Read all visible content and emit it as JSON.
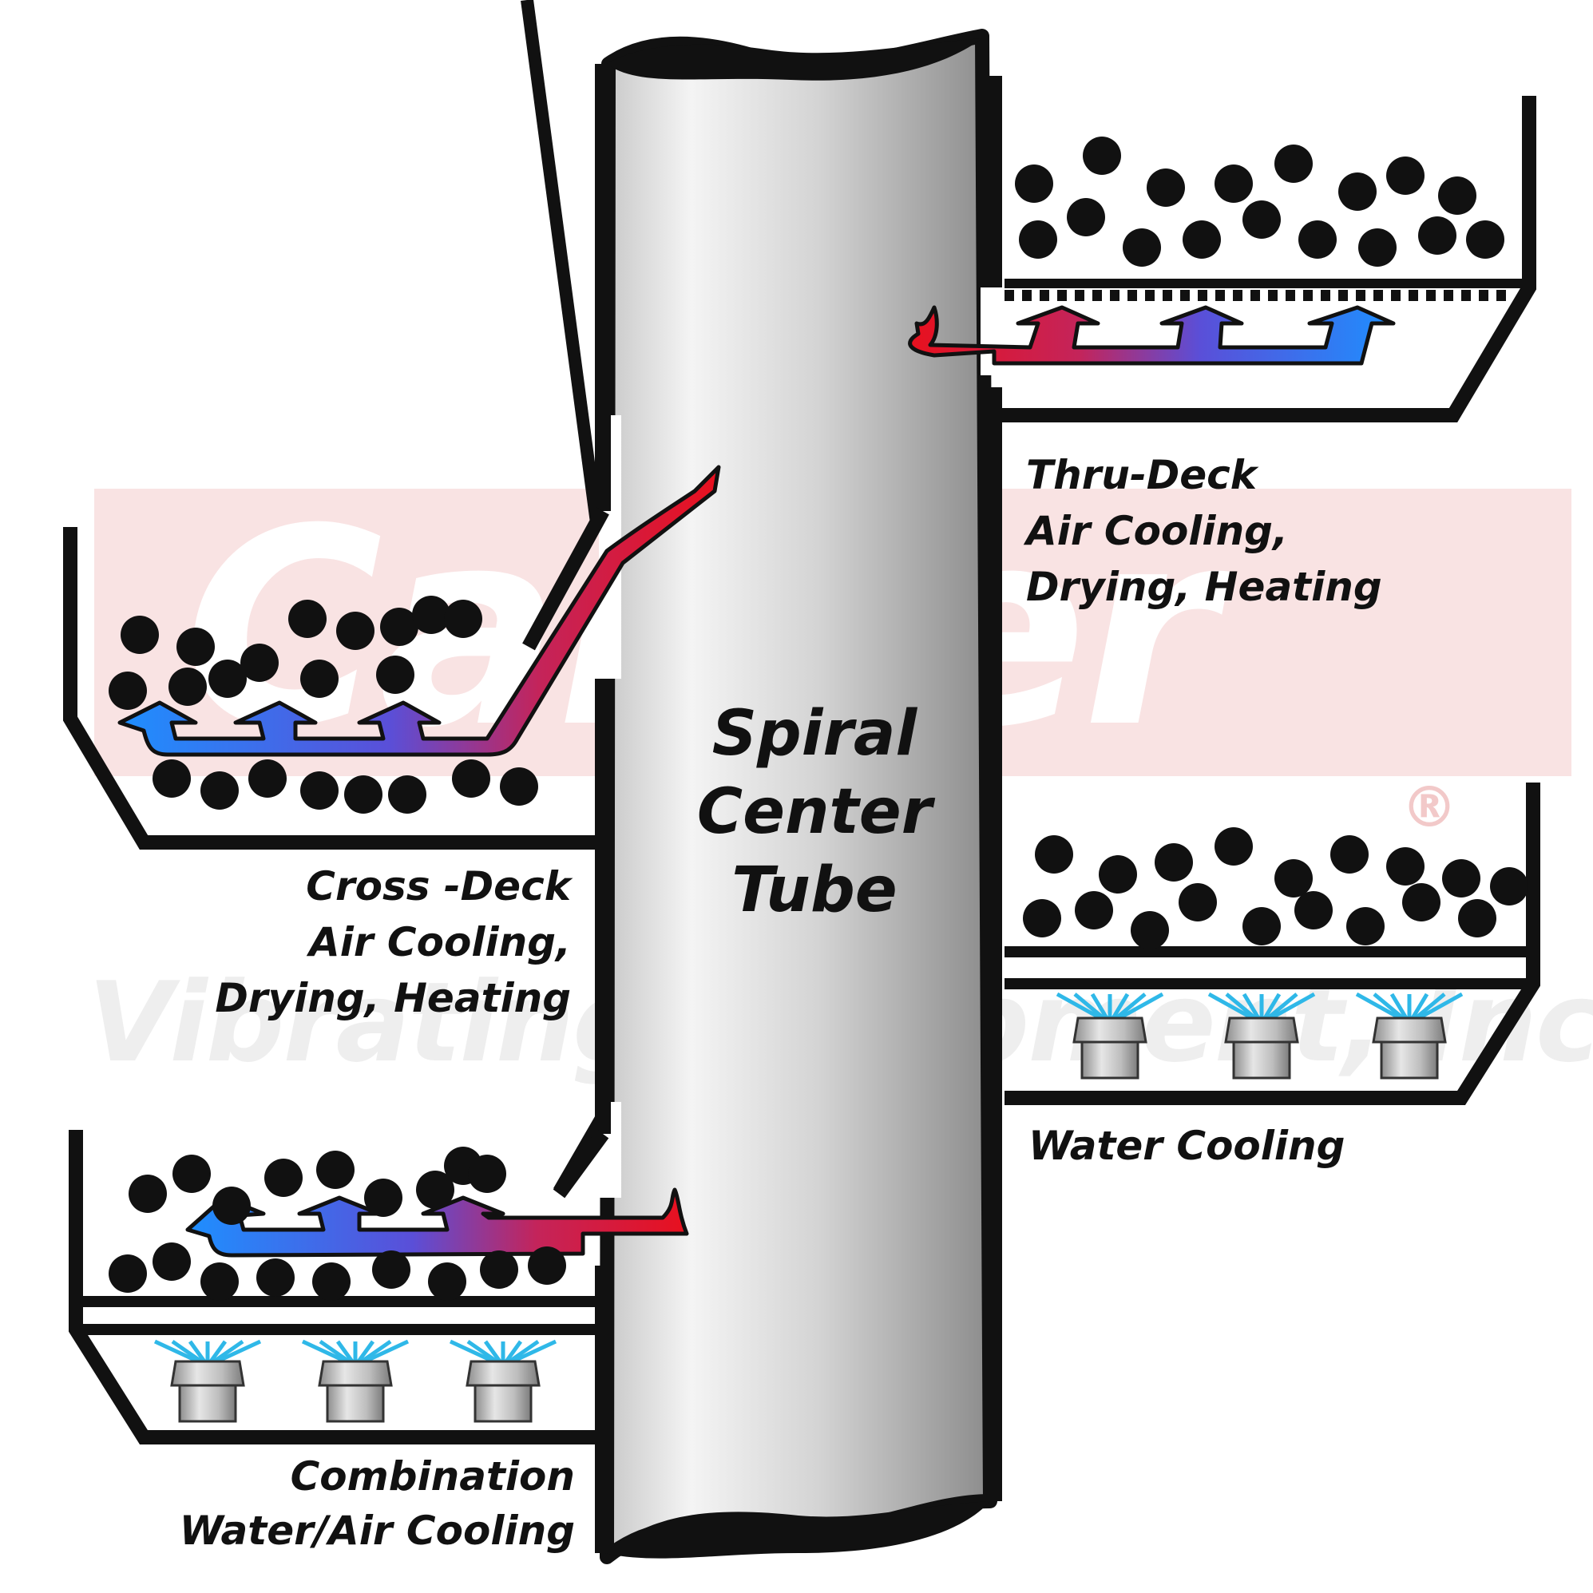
{
  "watermark": {
    "brand": "Carrier",
    "subtitle": "Vibrating Equipment, Inc.",
    "registered_mark": "®"
  },
  "center_tube": {
    "lines": [
      "Spiral",
      "Center",
      "Tube"
    ]
  },
  "decks": {
    "thru_deck": {
      "lines": [
        "Thru-Deck",
        "Air Cooling,",
        "Drying, Heating"
      ]
    },
    "cross_deck": {
      "lines": [
        "Cross -Deck",
        "Air Cooling,",
        "Drying, Heating"
      ]
    },
    "water": {
      "lines": [
        "Water Cooling"
      ]
    },
    "combination": {
      "lines": [
        "Combination",
        "Water/Air Cooling"
      ]
    }
  },
  "colors": {
    "hot_air": "#e8101e",
    "cool_air": "#1e8fff",
    "water_spray": "#2fb8e8",
    "outline": "#111111",
    "watermark_red": "#f7dcdc"
  },
  "icons": [
    "spray-nozzle-icon",
    "air-flow-arrow-icon",
    "material-particle-icon"
  ]
}
